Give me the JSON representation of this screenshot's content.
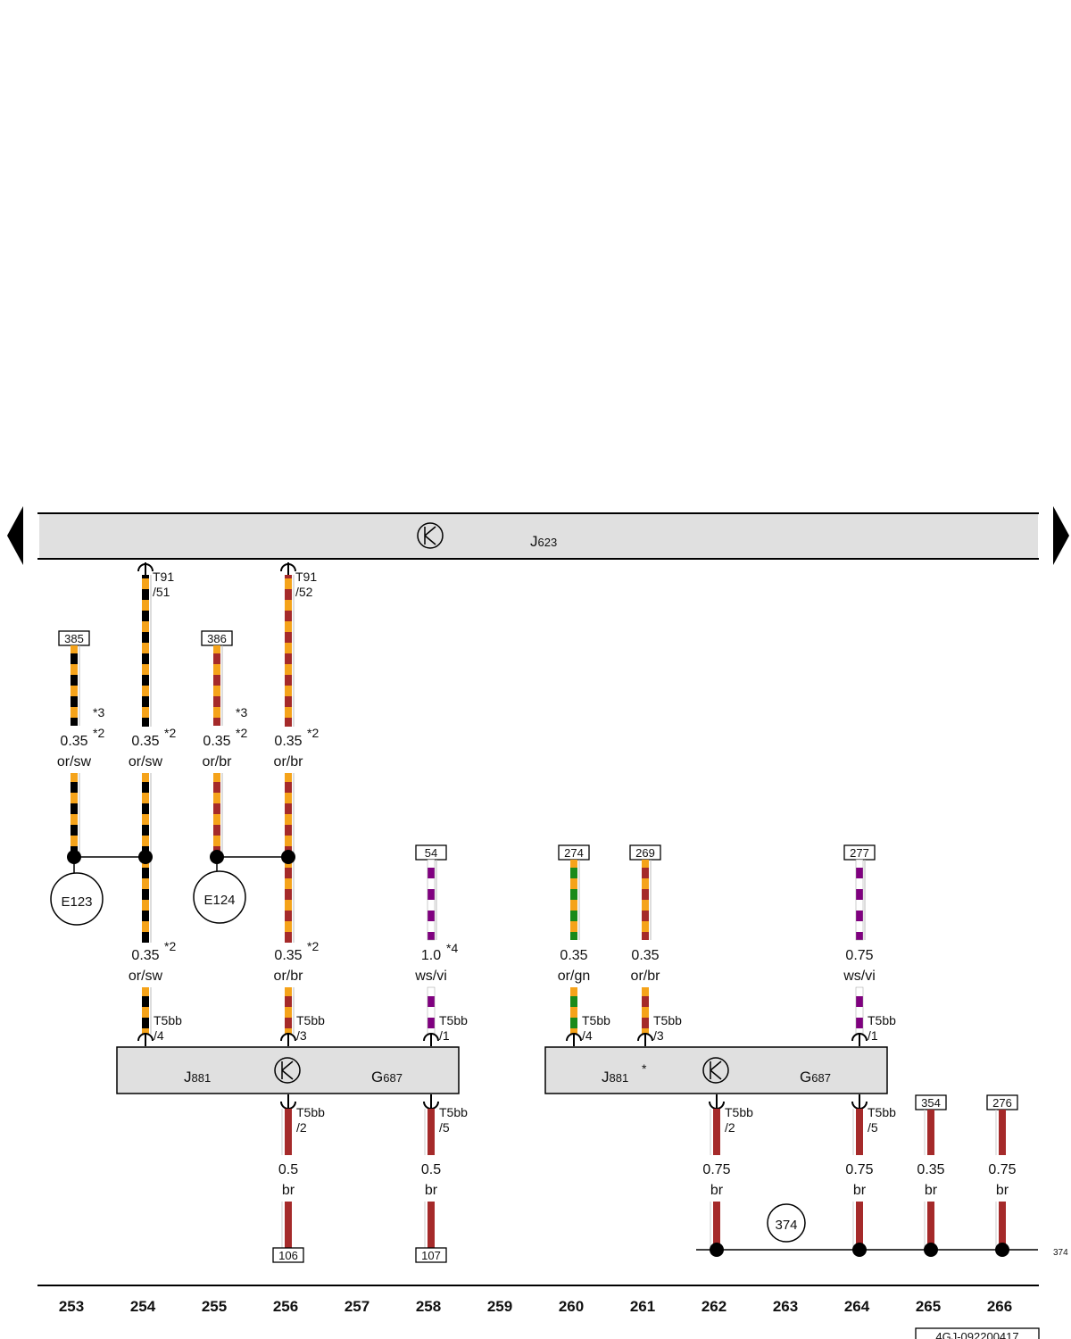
{
  "top_unit": {
    "label_main": "J",
    "label_sub": "623"
  },
  "unit_left": {
    "j_main": "J",
    "j_sub": "881",
    "g_main": "G",
    "g_sub": "687"
  },
  "unit_right": {
    "j_main": "J",
    "j_sub": "881",
    "star": "*",
    "g_main": "G",
    "g_sub": "687"
  },
  "components": {
    "e123": "E123",
    "e124": "E124",
    "ground_374": "374"
  },
  "ground_edge_label": "374",
  "doc_code": "4GJ-092200417",
  "colors": {
    "or": "#f5a31a",
    "sw": "#000000",
    "br": "#a52a2a",
    "gn": "#1a8a1a",
    "vi": "#800080",
    "ws": "#ffffff",
    "box_fill": "#e0e0e0"
  },
  "columns": [
    "253",
    "254",
    "255",
    "256",
    "257",
    "258",
    "259",
    "260",
    "261",
    "262",
    "263",
    "264",
    "265",
    "266"
  ],
  "refs": {
    "r385": "385",
    "r386": "386",
    "r54": "54",
    "r274": "274",
    "r269": "269",
    "r277": "277",
    "r354": "354",
    "r276": "276",
    "r106": "106",
    "r107": "107"
  },
  "pins": {
    "t91_51_a": "T91",
    "t91_51_b": "/51",
    "t91_52_a": "T91",
    "t91_52_b": "/52",
    "c254_a": "T5bb",
    "c254_b": "/4",
    "c256_a": "T5bb",
    "c256_b": "/3",
    "c258_a": "T5bb",
    "c258_b": "/1",
    "c260_a": "T5bb",
    "c260_b": "/4",
    "c261_a": "T5bb",
    "c261_b": "/3",
    "c264t_a": "T5bb",
    "c264t_b": "/1",
    "c256b_a": "T5bb",
    "c256b_b": "/2",
    "c258b_a": "T5bb",
    "c258b_b": "/5",
    "c262b_a": "T5bb",
    "c262b_b": "/2",
    "c264b_a": "T5bb",
    "c264b_b": "/5"
  },
  "wires": {
    "w253_size": "0.35",
    "w253_color": "or/sw",
    "w253_n3": "*3",
    "w253_n2": "*2",
    "w254_size": "0.35",
    "w254_color": "or/sw",
    "w254_n2": "*2",
    "w255_size": "0.35",
    "w255_color": "or/br",
    "w255_n3": "*3",
    "w255_n2": "*2",
    "w256_size": "0.35",
    "w256_color": "or/br",
    "w256_n2": "*2",
    "w254l_size": "0.35",
    "w254l_color": "or/sw",
    "w254l_n2": "*2",
    "w256l_size": "0.35",
    "w256l_color": "or/br",
    "w256l_n2": "*2",
    "w258_size": "1.0",
    "w258_color": "ws/vi",
    "w258_n4": "*4",
    "w260_size": "0.35",
    "w260_color": "or/gn",
    "w261_size": "0.35",
    "w261_color": "or/br",
    "w264_size": "0.75",
    "w264_color": "ws/vi",
    "w256b_size": "0.5",
    "w256b_color": "br",
    "w258b_size": "0.5",
    "w258b_color": "br",
    "w262b_size": "0.75",
    "w262b_color": "br",
    "w264b_size": "0.75",
    "w264b_color": "br",
    "w265_size": "0.35",
    "w265_color": "br",
    "w266_size": "0.75",
    "w266_color": "br"
  }
}
